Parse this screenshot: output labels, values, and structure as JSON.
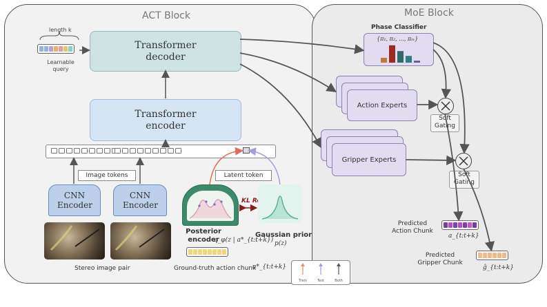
{
  "act_block": {
    "title": "ACT Block"
  },
  "moe_block": {
    "title": "MoE Block"
  },
  "query": {
    "length_label": "length k",
    "label": "Learnable query",
    "colors": [
      "#8fb4e0",
      "#8fb4e0",
      "#b9a1d8",
      "#e5b26c",
      "#e99aa8",
      "#e3c96a",
      "#8fd0c2"
    ]
  },
  "decoder": {
    "label": "Transformer decoder"
  },
  "encoder": {
    "label": "Transformer encoder"
  },
  "image_tokens_label": "Image tokens",
  "latent_token_label": "Latent token",
  "cnn": {
    "left_label": "CNN Encoder",
    "right_label": "CNN Encoder"
  },
  "stereo_label": "Stereo image pair",
  "posterior": {
    "title": "Posterior encoder",
    "formula": "q_φ(z | a*_{t:t+k})"
  },
  "kl_label": "KL Reg",
  "gaussian": {
    "title": "Gaussian prior",
    "formula": "p(z)"
  },
  "gt_label": "Ground-truth action chunk",
  "gt_formula": "a*_{t:t+k}",
  "legend": {
    "items": [
      {
        "label": "Train",
        "color": "#e79067"
      },
      {
        "label": "Test",
        "color": "#9fa0d8"
      },
      {
        "label": "Both",
        "color": "#555555"
      }
    ]
  },
  "phase_classifier": {
    "title": "Phase Classifier",
    "formula": "{π₁, π₂, ..., πₘ}",
    "bars": [
      0.25,
      0.9,
      0.6,
      0.35,
      0.1
    ],
    "bar_colors": [
      "#c07a38",
      "#9b2b1d",
      "#2f6b6a",
      "#2d7f86",
      "#5a5c8c"
    ]
  },
  "action_experts": {
    "label": "Action Experts"
  },
  "gripper_experts": {
    "label": "Gripper Experts"
  },
  "soft_gating": {
    "label": "Soft Gating"
  },
  "predicted_action": {
    "label": "Predicted Action Chunk",
    "formula": "a_{t:t+k}",
    "colors": [
      "#7a3aa0",
      "#b24fc7",
      "#7e3fb4",
      "#b24fc7",
      "#8a3aa8",
      "#c155c9",
      "#7a3aa0"
    ]
  },
  "predicted_gripper": {
    "label": "Predicted Gripper Chunk",
    "formula": "ĝ_{t:t+k}",
    "colors": [
      "#efb98a",
      "#efb98a",
      "#efb98a",
      "#efb98a",
      "#efb98a",
      "#efb98a"
    ]
  }
}
